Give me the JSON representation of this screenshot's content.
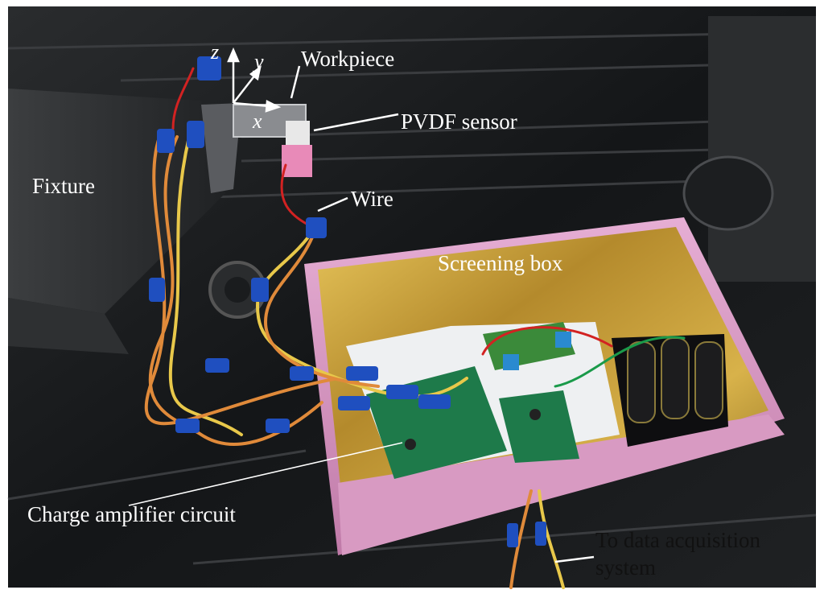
{
  "labels": {
    "workpiece": "Workpiece",
    "pvdf_sensor": "PVDF sensor",
    "fixture": "Fixture",
    "wire": "Wire",
    "screening_box": "Screening box",
    "charge_amplifier": "Charge amplifier circuit",
    "to_daq_line1": "To data acquisition",
    "to_daq_line2": "system"
  },
  "axes": {
    "x": "x",
    "y": "y",
    "z": "z"
  },
  "colors": {
    "background_dark": "#16181a",
    "box_pink": "#d99ac4",
    "box_interior_gold": "#b8963c",
    "pcb_green": "#1e7a4a",
    "connector_blue": "#1f4fbf",
    "wire_orange": "#e08a3a",
    "wire_yellow": "#e8c84a",
    "wire_red": "#d22222",
    "foam_white": "#eef0f2",
    "label_white": "#ffffff",
    "label_black": "#111111"
  }
}
